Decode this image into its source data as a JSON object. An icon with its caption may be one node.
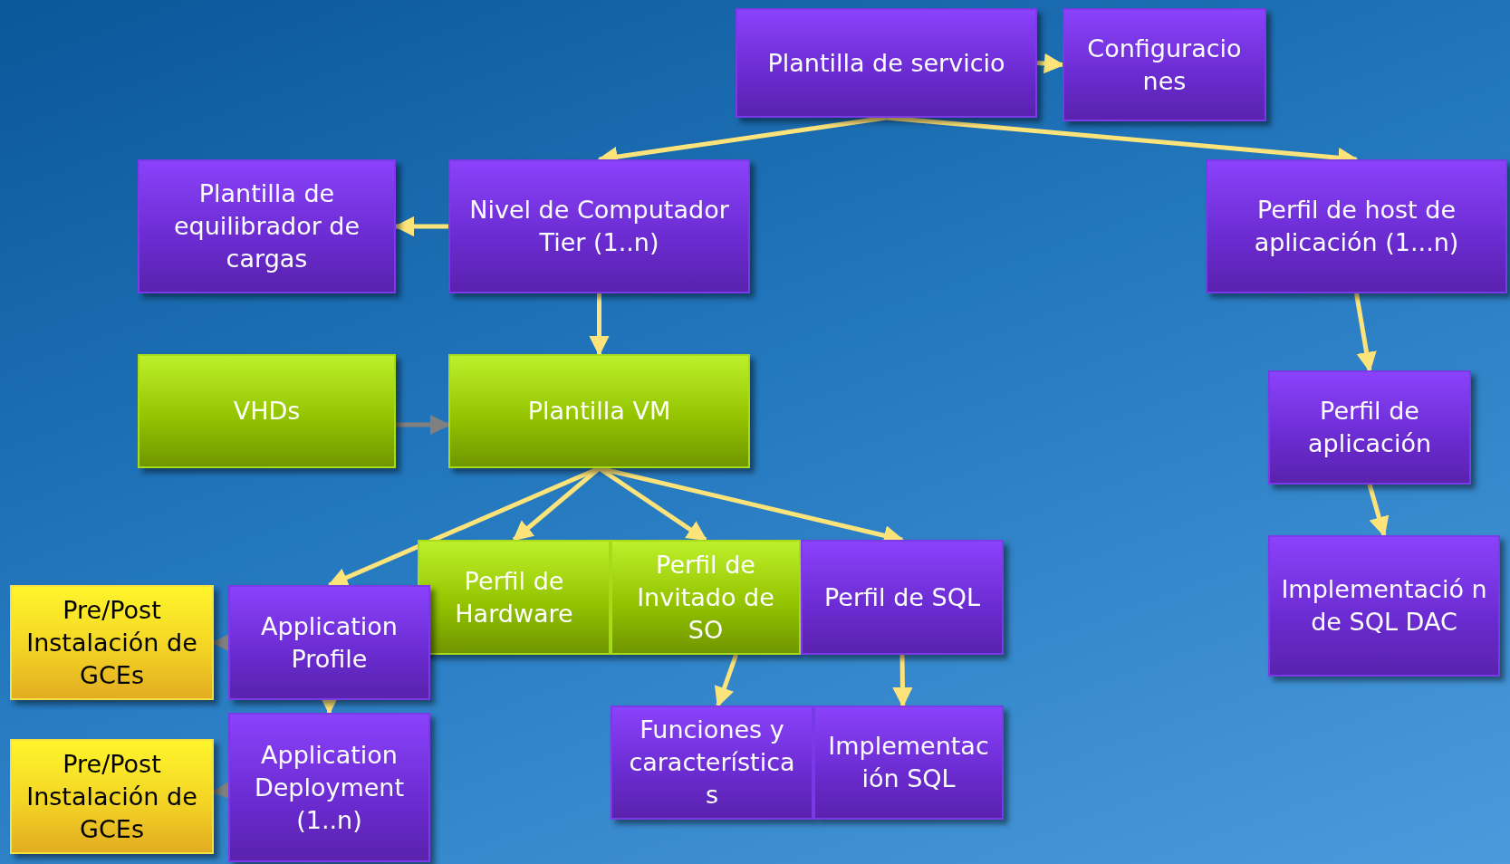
{
  "diagram": {
    "nodes": [
      {
        "text": [
          "Plantilla de servicio"
        ]
      },
      {
        "text": [
          "Configuracio nes"
        ]
      },
      {
        "text": [
          "Plantilla de equilibrador de cargas"
        ]
      },
      {
        "text": [
          "Nivel de Computador Tier (1..n)"
        ]
      },
      {
        "text": [
          "Perfil de host de aplicación (1...n)"
        ]
      },
      {
        "text": [
          "VHDs"
        ]
      },
      {
        "text": [
          "Plantilla VM"
        ]
      },
      {
        "text": [
          "Perfil de aplicación"
        ]
      },
      {
        "text": [
          "Perfil de Hardware"
        ]
      },
      {
        "text": [
          "Perfil de Invitado de SO"
        ]
      },
      {
        "text": [
          "Perfil de SQL"
        ]
      },
      {
        "text": [
          "Implementació n de SQL DAC"
        ]
      },
      {
        "text": [
          "Pre/Post Instalación de GCEs"
        ]
      },
      {
        "text": [
          "Application Profile"
        ]
      },
      {
        "text": [
          "Funciones y característica s"
        ]
      },
      {
        "text": [
          "Implementac ión SQL"
        ]
      },
      {
        "text": [
          "Pre/Post Instalación de GCEs"
        ]
      },
      {
        "text": [
          "Application Deployment (1..n)"
        ]
      }
    ],
    "edges": [
      {
        "from": 0,
        "to": 1,
        "arrow": "to"
      },
      {
        "from": 0,
        "to": 3,
        "arrow": "to"
      },
      {
        "from": 0,
        "to": 4,
        "arrow": "to"
      },
      {
        "from": 3,
        "to": 2,
        "arrow": "to"
      },
      {
        "from": 3,
        "to": 6,
        "arrow": "to"
      },
      {
        "from": 5,
        "to": 6,
        "arrow": "to",
        "color": "#808080"
      },
      {
        "from": 6,
        "to": 13,
        "arrow": "to"
      },
      {
        "from": 6,
        "to": 8,
        "arrow": "to"
      },
      {
        "from": 6,
        "to": 9,
        "arrow": "to"
      },
      {
        "from": 6,
        "to": 10,
        "arrow": "to"
      },
      {
        "from": 9,
        "to": 14,
        "arrow": "to"
      },
      {
        "from": 10,
        "to": 15,
        "arrow": "to"
      },
      {
        "from": 4,
        "to": 7,
        "arrow": "to"
      },
      {
        "from": 7,
        "to": 11,
        "arrow": "to"
      },
      {
        "from": 13,
        "to": 12,
        "arrow": "to",
        "color": "#808080"
      },
      {
        "from": 13,
        "to": 17,
        "arrow": "to"
      },
      {
        "from": 17,
        "to": 16,
        "arrow": "to",
        "color": "#808080"
      }
    ]
  }
}
